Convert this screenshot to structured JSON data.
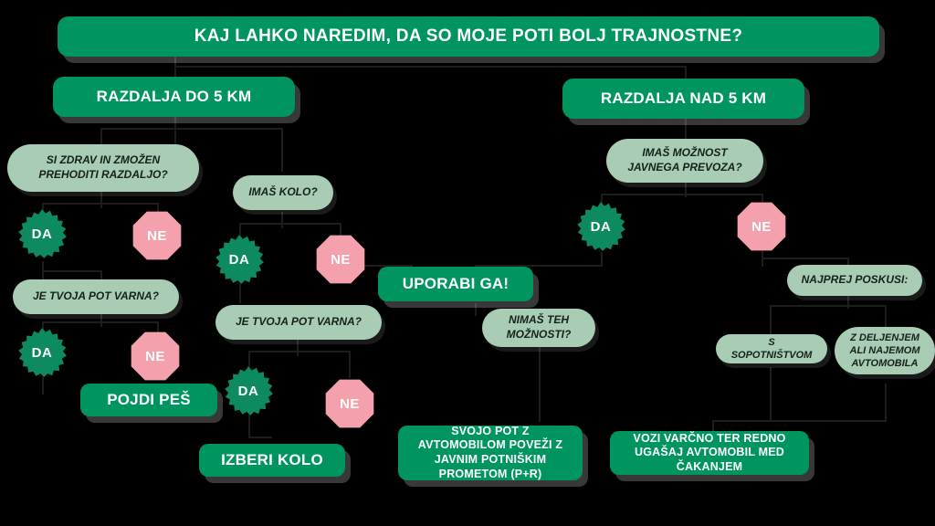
{
  "poster": {
    "title": "KAJ LAHKO NAREDIM, DA SO MOJE POTI BOLJ TRAJNOSTNE?",
    "colors": {
      "background": "#000000",
      "solid_green": "#00955e",
      "pale_green": "#a8cdb4",
      "pink": "#f5a0ad",
      "text_light": "#ffffff",
      "text_dark": "#16211b"
    }
  },
  "sections": {
    "left": {
      "label": "RAZDALJA DO 5 KM"
    },
    "right": {
      "label": "RAZDALJA NAD 5 KM"
    }
  },
  "answers": {
    "yes": "DA",
    "no": "NE"
  },
  "branches": {
    "walk": {
      "question_1": "SI ZDRAV IN ZMOŽEN PREHODITI RAZDALJO?",
      "question_2": "JE TVOJA POT VARNA?",
      "outcome": "POJDI PEŠ"
    },
    "bike": {
      "question_1": "IMAŠ KOLO?",
      "question_2": "JE TVOJA POT VARNA?",
      "outcome": "IZBERI KOLO"
    },
    "transit": {
      "question_1": "IMAŠ MOŽNOST JAVNEGA PREVOZA?",
      "outcome": "UPORABI GA!"
    },
    "no_options": {
      "question": "NIMAŠ TEH MOŽNOSTI?",
      "outcome": "SVOJO POT Z AVTOMOBILOM POVEŽI Z JAVNIM POTNIŠKIM PROMETOM (P+R)"
    },
    "car": {
      "prompt": "NAJPREJ POSKUSI:",
      "option_1": "S SOPOTNIŠTVOM",
      "option_2": "Z DELJENJEM ALI NAJEMOM AVTOMOBILA",
      "outcome": "VOZI VARČNO TER REDNO UGAŠAJ AVTOMOBIL MED ČAKANJEM"
    }
  }
}
